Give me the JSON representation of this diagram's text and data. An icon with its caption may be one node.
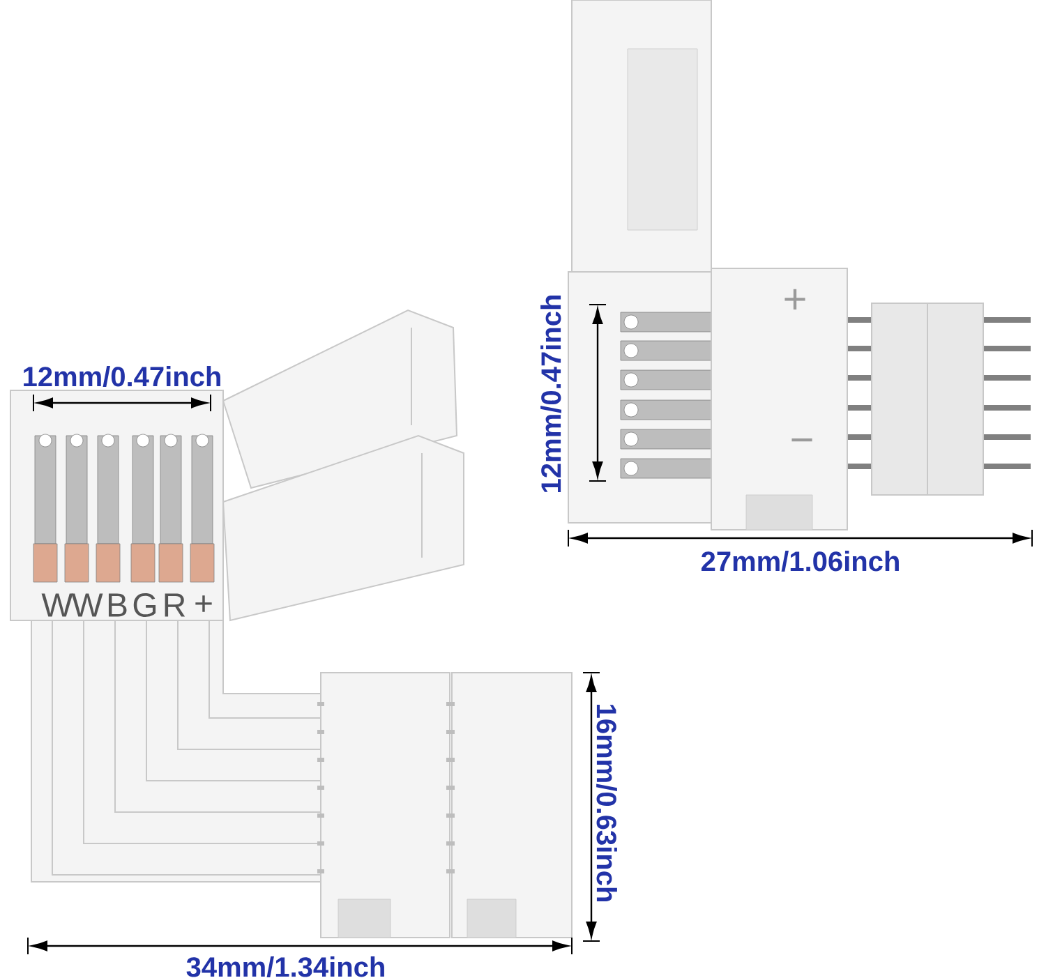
{
  "diagram": {
    "labels": [
      "+",
      "12mm/0.47inch",
      "12mm/0.47inch",
      "−",
      "27mm/1.06inch",
      "W",
      "W",
      "B",
      "G",
      "R",
      "+",
      "16mm/0.63inch",
      "34mm/1.34inch"
    ]
  }
}
